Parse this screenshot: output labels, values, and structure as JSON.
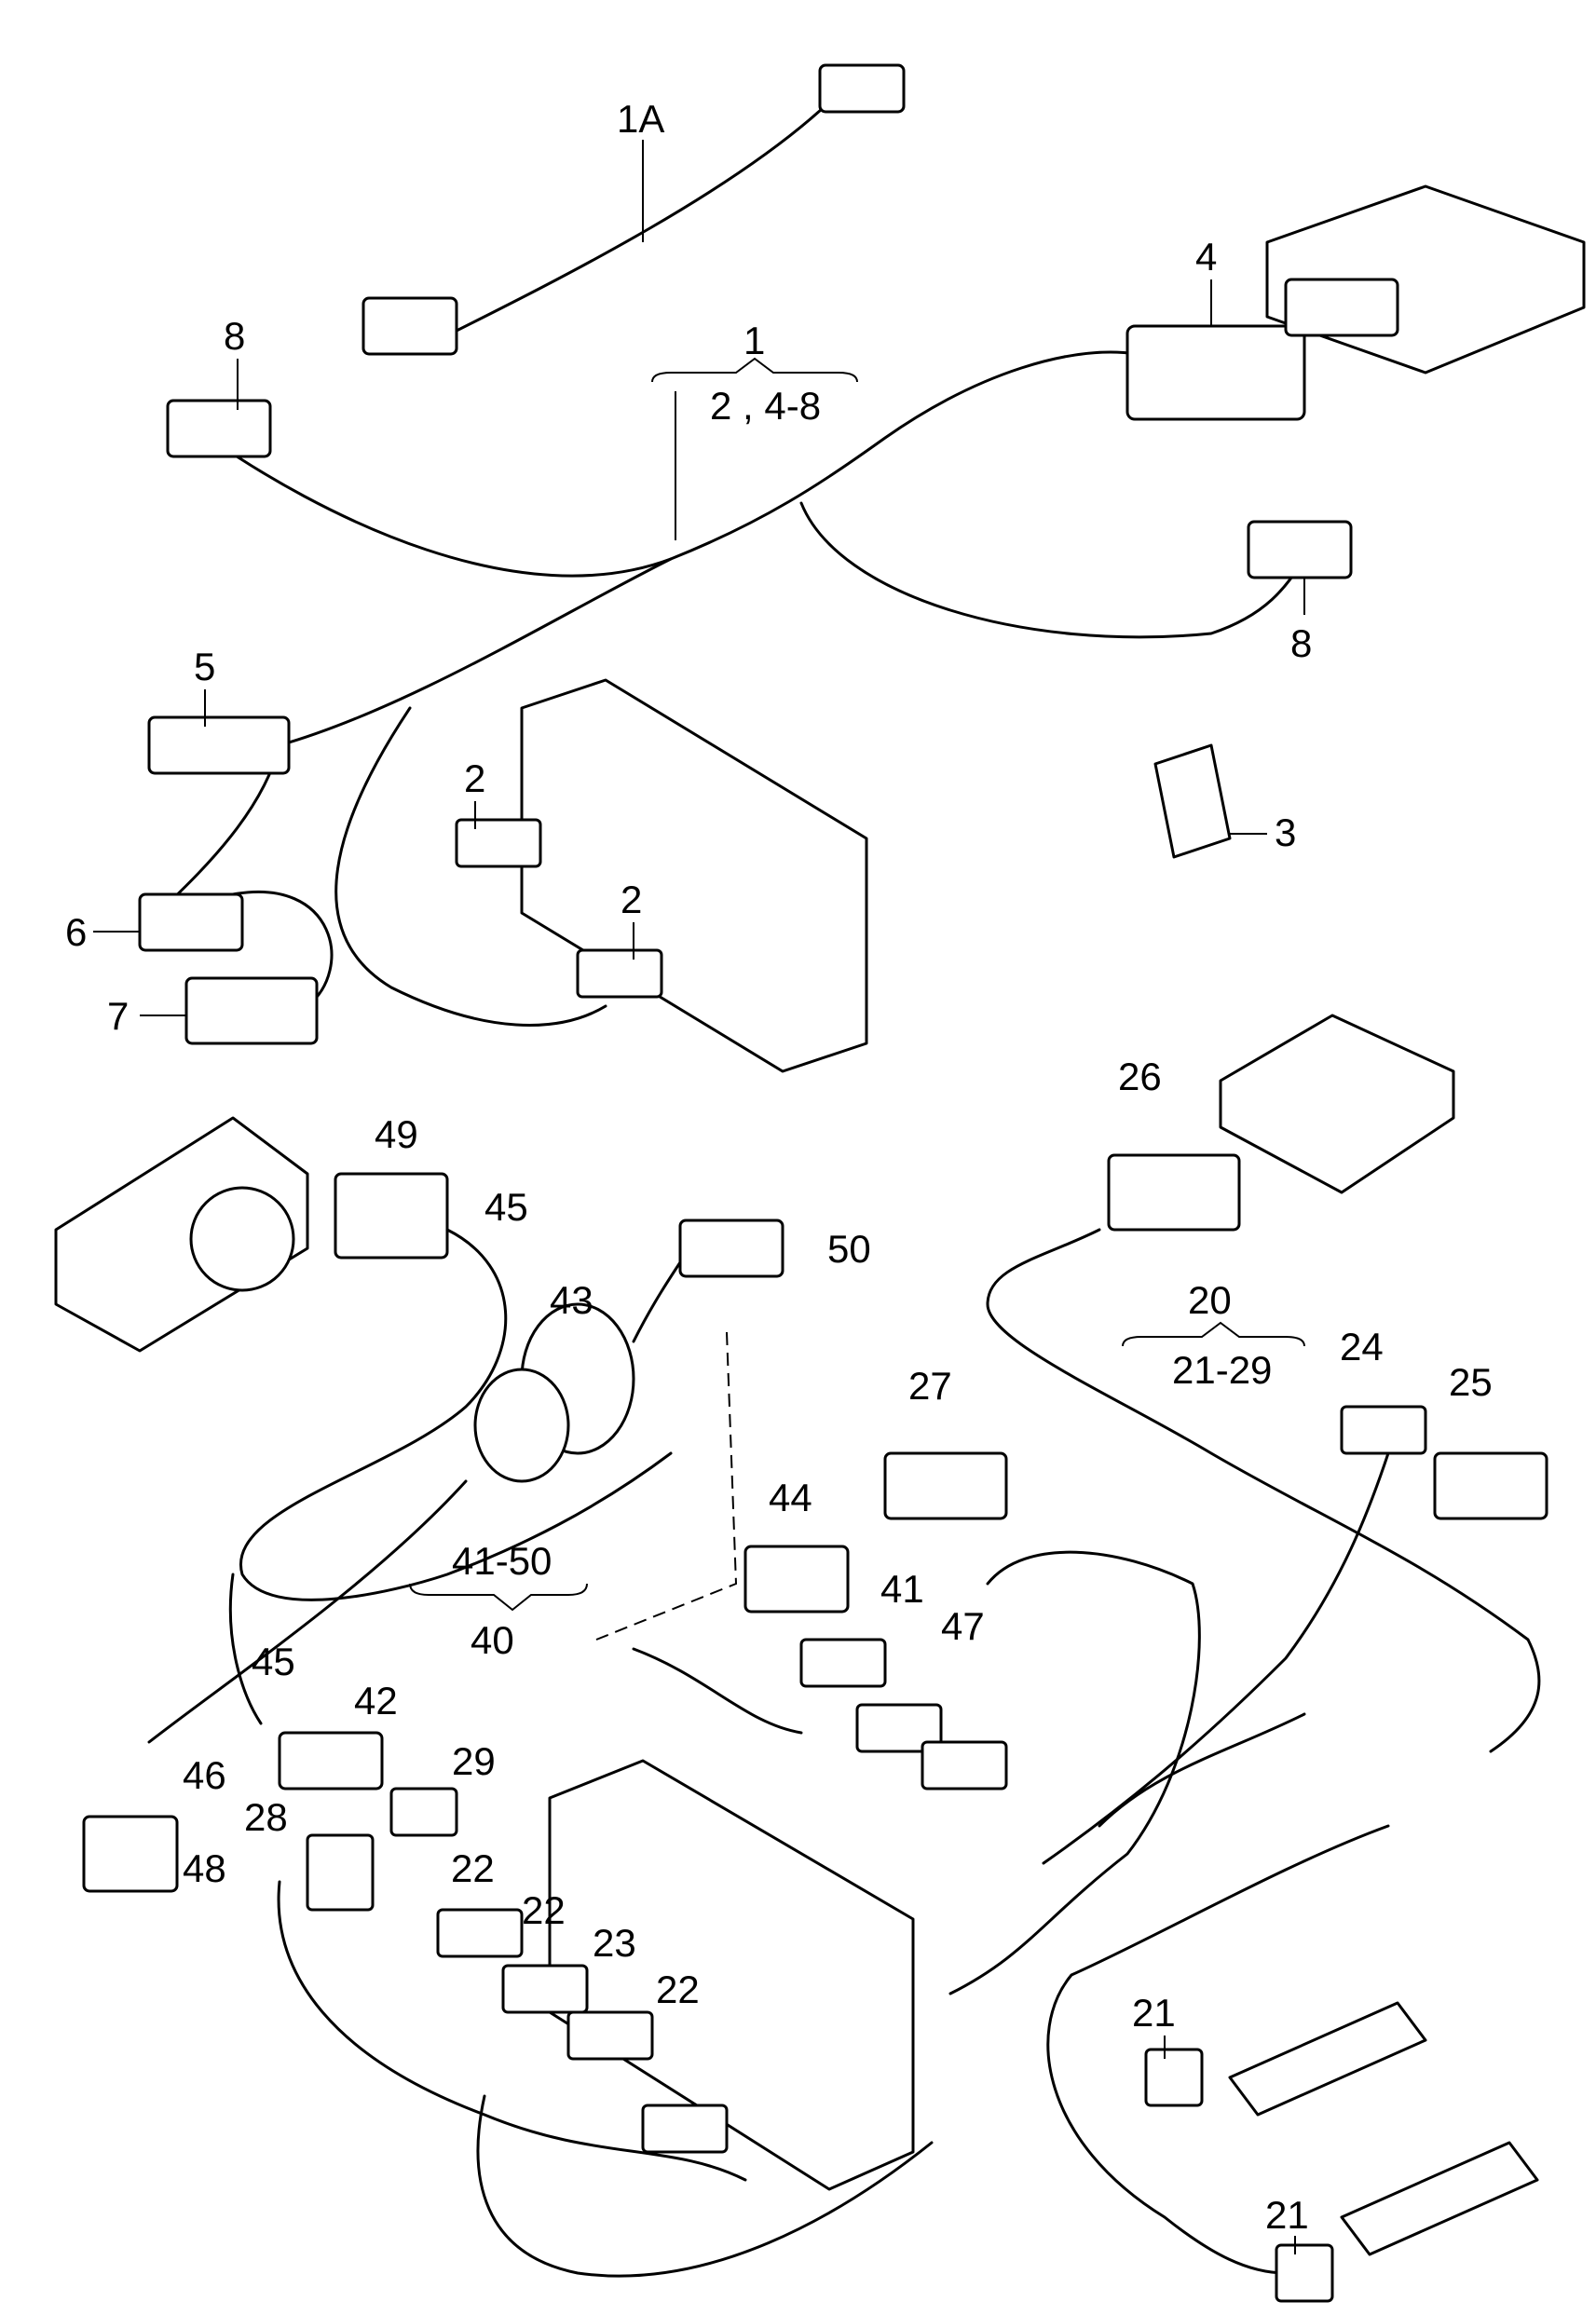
{
  "labels": {
    "l_1A": "1A",
    "l_1": "1",
    "l_1_range": "2 , 4-8",
    "l_2a": "2",
    "l_2b": "2",
    "l_3": "3",
    "l_4": "4",
    "l_5": "5",
    "l_6": "6",
    "l_7": "7",
    "l_8a": "8",
    "l_8b": "8",
    "l_20": "20",
    "l_20_range": "21-29",
    "l_21a": "21",
    "l_21b": "21",
    "l_22a": "22",
    "l_22b": "22",
    "l_22c": "22",
    "l_23": "23",
    "l_24": "24",
    "l_25": "25",
    "l_26": "26",
    "l_27": "27",
    "l_28": "28",
    "l_29": "29",
    "l_40": "40",
    "l_40_range": "41-50",
    "l_41": "41",
    "l_42": "42",
    "l_43": "43",
    "l_44": "44",
    "l_45a": "45",
    "l_45b": "45",
    "l_46": "46",
    "l_47": "47",
    "l_48": "48",
    "l_49": "49",
    "l_50": "50"
  }
}
